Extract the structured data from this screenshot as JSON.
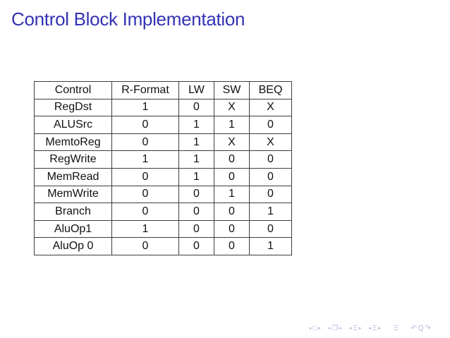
{
  "slide": {
    "title": "Control Block Implementation",
    "title_color": "#3333b3",
    "background_color": "#ffffff"
  },
  "table": {
    "border_color": "#3d3d3d",
    "text_color": "#111111",
    "headers": [
      "Control",
      "R-Format",
      "LW",
      "SW",
      "BEQ"
    ],
    "rows": [
      {
        "label": "RegDst",
        "values": [
          "1",
          "0",
          "X",
          "X"
        ]
      },
      {
        "label": "ALUSrc",
        "values": [
          "0",
          "1",
          "1",
          "0"
        ]
      },
      {
        "label": "MemtoReg",
        "values": [
          "0",
          "1",
          "X",
          "X"
        ]
      },
      {
        "label": "RegWrite",
        "values": [
          "1",
          "1",
          "0",
          "0"
        ]
      },
      {
        "label": "MemRead",
        "values": [
          "0",
          "1",
          "0",
          "0"
        ]
      },
      {
        "label": "MemWrite",
        "values": [
          "0",
          "0",
          "1",
          "0"
        ]
      },
      {
        "label": "Branch",
        "values": [
          "0",
          "0",
          "0",
          "1"
        ]
      },
      {
        "label": "AluOp1",
        "values": [
          "1",
          "0",
          "0",
          "0"
        ]
      },
      {
        "label": "AluOp 0",
        "values": [
          "0",
          "0",
          "0",
          "1"
        ]
      }
    ]
  },
  "nav": {
    "color": "#b3b3da",
    "icons": {
      "prev_slide": "◂",
      "frame": "□",
      "next_slide": "▸",
      "prev_frame": "◂",
      "frames": "❐",
      "next_frame": "▸",
      "prev_section": "◂",
      "section": "Ξ",
      "next_section": "▸",
      "prev_subsection": "◂",
      "subsection": "Ξ",
      "next_subsection": "▸",
      "presentation": "Ξ",
      "back": "↶",
      "find": "Q",
      "forward": "↷"
    }
  }
}
